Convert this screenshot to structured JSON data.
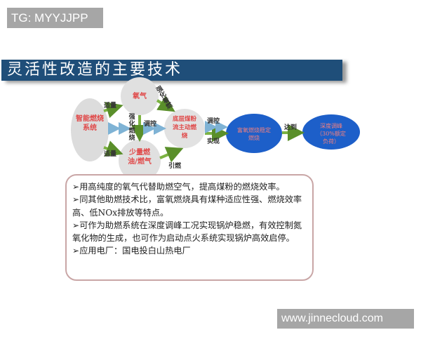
{
  "watermarks": {
    "top_left": "TG: MYYJJPP",
    "bottom_right": "www.jinnecloud.com"
  },
  "slide": {
    "title": "灵活性改造的主要技术",
    "diagram": {
      "nodes": {
        "smart_system": "智能燃烧系统",
        "oxygen": "氧气",
        "oil_gas": "少量燃油/燃气",
        "bottom_coal": "底层煤粉流主动燃烧",
        "stable_combustion": "富氧燃烧稳定燃烧",
        "deep_peak": "深度调峰（30%额定负荷）"
      },
      "edge_labels": {
        "appropriate_top": "适量",
        "appropriate_bottom": "适量",
        "enhance_combustion": "强化燃烧",
        "catalyze": "强化着燃",
        "regulate_1": "调控",
        "regulate_2": "调控",
        "realize": "实现",
        "reach": "达到",
        "ignite": "引燃"
      },
      "colors": {
        "gray_node": "#dcdcdc",
        "blue_node": "#1d5fc9",
        "green_arrow": "#7cb342",
        "blue_arrow": "#7fb3d5"
      }
    },
    "bullets": [
      "➢用高纯度的氧气代替助燃空气，提高煤粉的燃烧效率。",
      "➢同其他助燃技术比，富氧燃烧具有煤种适应性强、燃烧效率高、低NOx排放等特点。",
      "➢可作为助燃系统在深度调峰工况实现锅炉稳燃，有效控制氮氧化物的生成，也可作为启动点火系统实现锅炉高效启停。",
      "➢应用电厂：国电投白山热电厂"
    ]
  }
}
